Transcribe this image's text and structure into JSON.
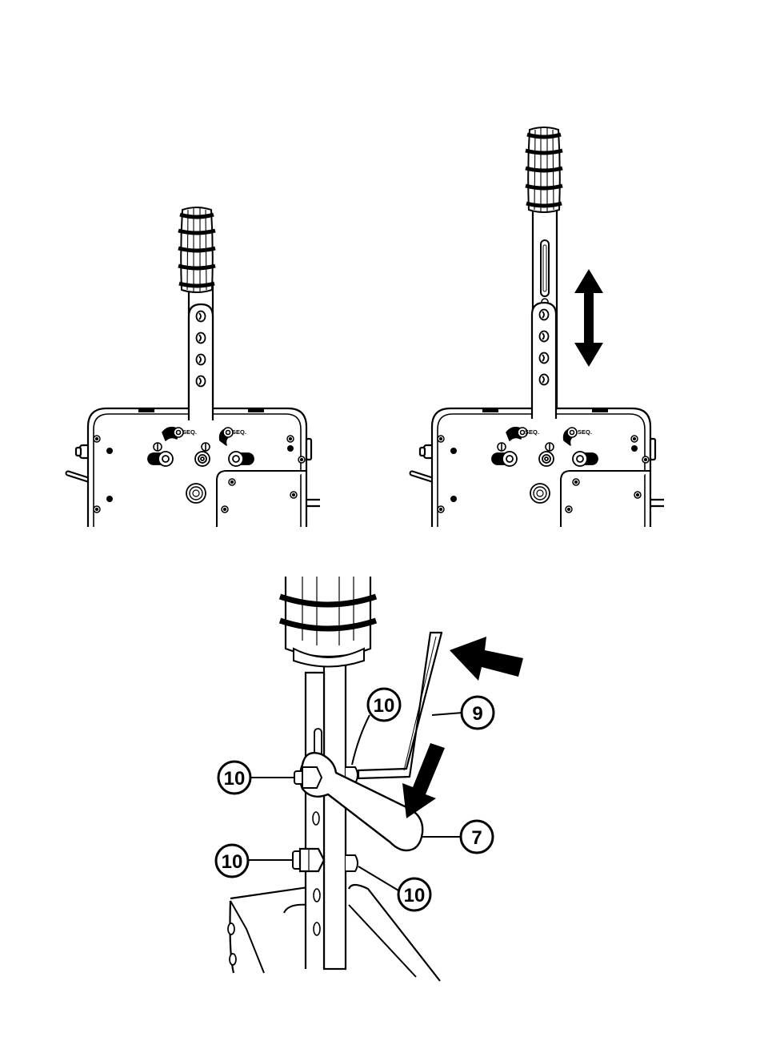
{
  "panel_labels": {
    "seq": "SEQ."
  },
  "callouts": {
    "hex_key": "9",
    "wrench": "7",
    "upper_nut": "10",
    "upper_bolt": "10",
    "lower_bolt": "10",
    "lower_nut": "10"
  },
  "icons": {
    "height_adjust": "double-arrow-icon",
    "insert_direction": "arrow-icon",
    "turn_direction": "arrow-icon"
  },
  "colors": {
    "ink": "#000000",
    "paper": "#ffffff"
  }
}
